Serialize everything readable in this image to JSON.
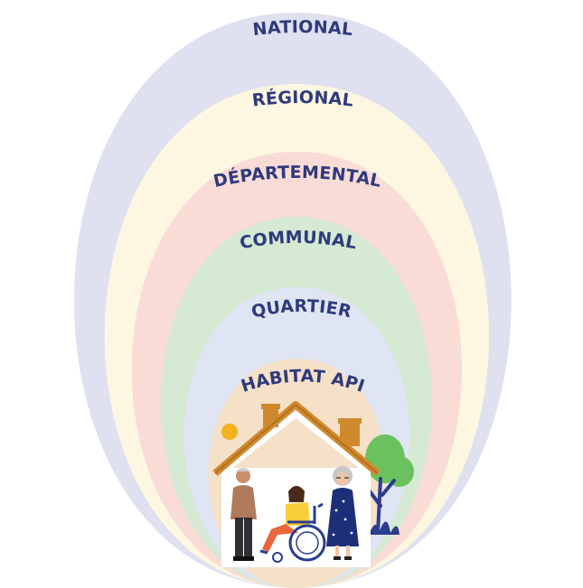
{
  "diagram": {
    "levels": [
      {
        "id": "national",
        "label": "NATIONAL",
        "fill": "#dfe0f0"
      },
      {
        "id": "regional",
        "label": "RÉGIONAL",
        "fill": "#fdf7e1"
      },
      {
        "id": "departemental",
        "label": "DÉPARTEMENTAL",
        "fill": "#f9dcd6"
      },
      {
        "id": "communal",
        "label": "COMMUNAL",
        "fill": "#d5e9d3"
      },
      {
        "id": "quartier",
        "label": "QUARTIER",
        "fill": "#dfe5f3"
      },
      {
        "id": "habitat",
        "label": "HABITAT API",
        "fill": "#f5e0c8"
      }
    ],
    "label_color": "#2e3a7c",
    "illustration": {
      "roof_color": "#d08a2e",
      "sun_color": "#f2b21e",
      "tree_color": "#6cc15f",
      "icons": [
        "house-icon",
        "sun-icon",
        "tree-icon",
        "elderly-man-icon",
        "wheelchair-user-icon",
        "elderly-woman-icon"
      ]
    }
  }
}
